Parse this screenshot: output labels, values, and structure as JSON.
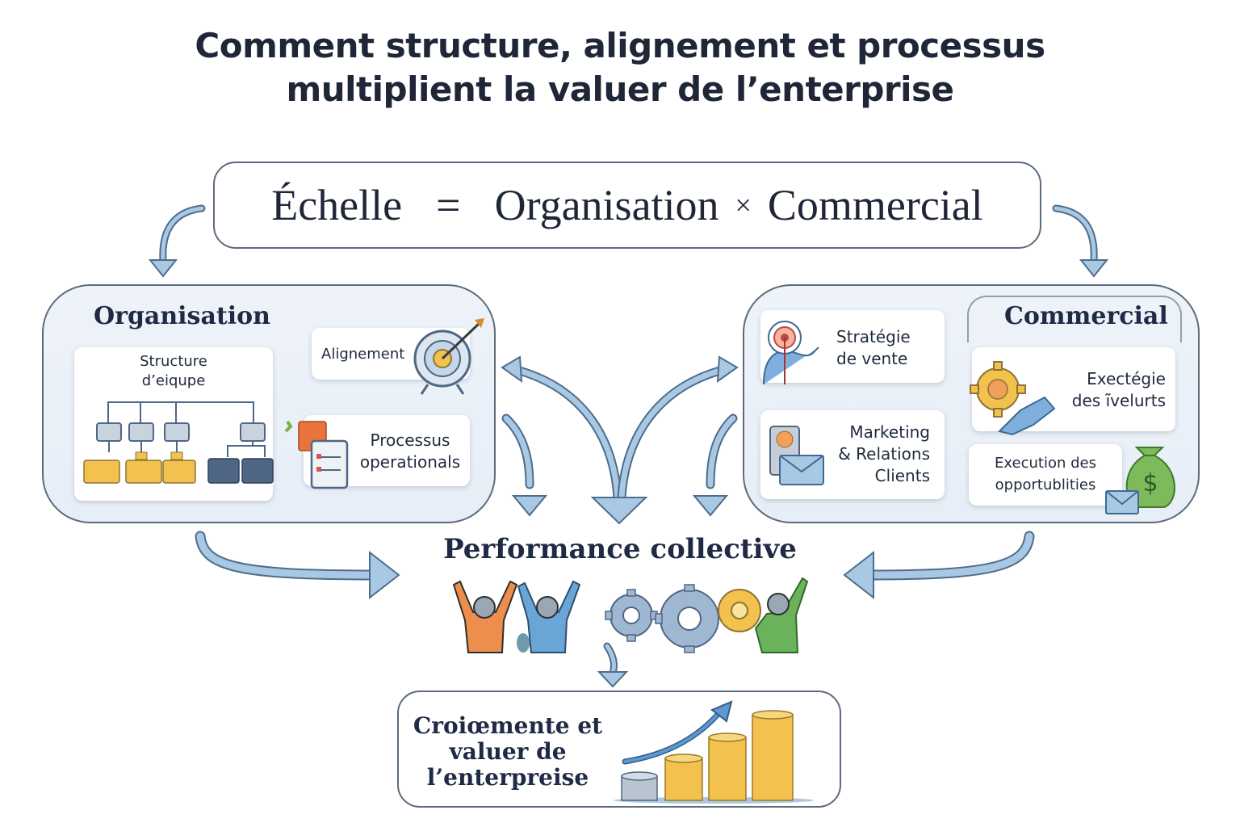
{
  "title": {
    "line1": "Comment structure, alignement et processus",
    "line2": "multiplient la valuer de l’enterprise"
  },
  "equation": {
    "lhs": "Échelle",
    "equals": "=",
    "term1": "Organisation",
    "operator": "×",
    "term2": "Commercial"
  },
  "organisation": {
    "title": "Organisation",
    "cards": {
      "structure": {
        "line1": "Structure",
        "line2": "d’eiqupe",
        "icon": "org-chart-icon"
      },
      "alignement": {
        "label": "Alignement",
        "icon": "target-arrow-icon"
      },
      "processus": {
        "line1": "Processus",
        "line2": "operationals",
        "icon": "checklist-document-icon"
      }
    }
  },
  "commercial": {
    "title": "Commercial",
    "cards": {
      "strategie": {
        "line1": "Stratégie",
        "line2": "de vente",
        "icon": "person-target-icon"
      },
      "exectegie": {
        "line1": "Exectégie",
        "line2": "des ĩvelurts",
        "icon": "gear-handshake-icon"
      },
      "marketing": {
        "line1": "Marketing",
        "line2": "& Relations",
        "line3": "Clients",
        "icon": "envelope-icon"
      },
      "execution": {
        "line1": "Execution des",
        "line2": "opportublities",
        "icon": "money-bag-icon"
      }
    }
  },
  "performance": {
    "title": "Performance collective",
    "icons": [
      "celebrating-people-icon",
      "gears-icon",
      "celebrating-person-icon"
    ]
  },
  "growth": {
    "line1": "Croiœmente et",
    "line2": "valuer de",
    "line3": "l’enterpreise",
    "icon": "rising-coin-stacks-icon"
  },
  "colors": {
    "arrow_fill": "#a9c8e3",
    "arrow_stroke": "#4e6d8c",
    "panel_bg": "#eaf0f8",
    "border": "#5d6b7e",
    "text_dark": "#1f2a44",
    "gold": "#f2c14e",
    "slate": "#4f6785"
  }
}
